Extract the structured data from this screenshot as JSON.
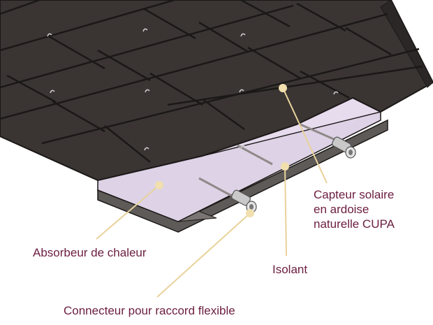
{
  "labels": {
    "capteur": [
      "Capteur solaire",
      "en ardoise",
      "naturelle CUPA"
    ],
    "absorbeur": "Absorbeur de chaleur",
    "isolant": "Isolant",
    "connecteur": "Connecteur pour raccord flexible"
  },
  "colors": {
    "label_text": "#6b1d3f",
    "leader_line": "#e8d29a",
    "leader_dot": "#f1dfae",
    "slate": "#3a3533",
    "slate_edge": "#1b1817",
    "absorber": "#ddd2e6",
    "tray": "#5e5a58",
    "connector": "#c9c9c9"
  }
}
